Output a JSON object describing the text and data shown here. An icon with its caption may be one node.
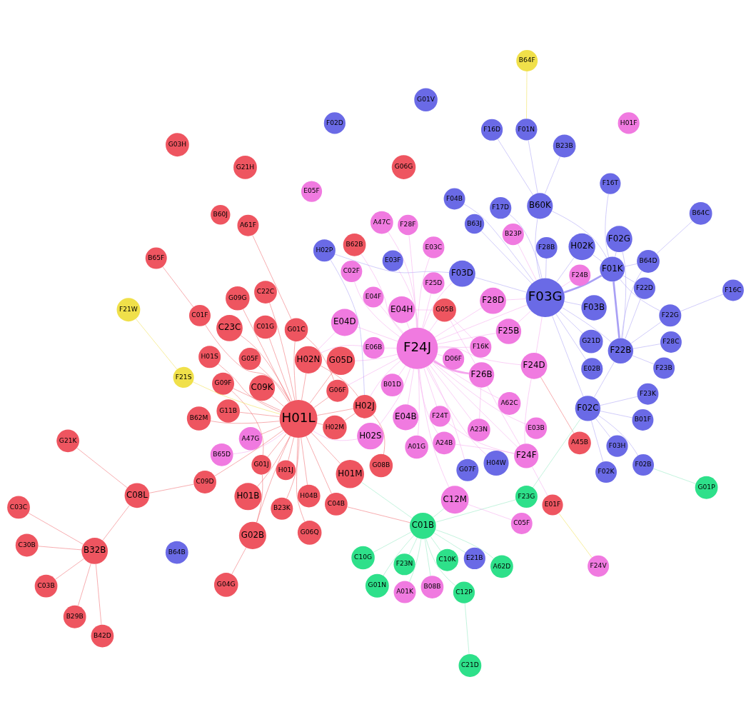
{
  "diagram": {
    "nodes": [
      {
        "text": [
          "A24B"
        ]
      },
      {
        "text": [
          "A62C"
        ]
      },
      {
        "text": [
          "A23N"
        ]
      },
      {
        "text": [
          "E05F"
        ]
      },
      {
        "text": [
          "F26B"
        ]
      },
      {
        "text": [
          "G06G"
        ]
      },
      {
        "text": [
          "G21H"
        ]
      },
      {
        "text": [
          "E06B"
        ]
      },
      {
        "text": [
          "A61F"
        ]
      },
      {
        "text": [
          "G01C"
        ]
      },
      {
        "text": [
          "G05B"
        ]
      },
      {
        "text": [
          "G07F"
        ]
      },
      {
        "text": [
          "G06Q"
        ]
      },
      {
        "text": [
          "H04W"
        ]
      },
      {
        "text": [
          "E04F"
        ]
      },
      {
        "text": [
          "F16K"
        ]
      },
      {
        "text": [
          "A45B"
        ]
      },
      {
        "text": [
          "G09G"
        ]
      },
      {
        "text": [
          "G06F"
        ]
      },
      {
        "text": [
          "H04B"
        ]
      },
      {
        "text": [
          "A47C"
        ]
      },
      {
        "text": [
          "B62B"
        ]
      },
      {
        "text": [
          "E03F"
        ]
      },
      {
        "text": [
          "D06F"
        ]
      },
      {
        "text": [
          "G03H"
        ]
      },
      {
        "text": [
          "E04B"
        ]
      },
      {
        "text": [
          "G05D"
        ]
      },
      {
        "text": [
          "G01J"
        ]
      },
      {
        "text": [
          "G09F"
        ]
      },
      {
        "text": [
          "H02M"
        ]
      },
      {
        "text": [
          "H02P"
        ]
      },
      {
        "text": [
          "F21W"
        ]
      },
      {
        "text": [
          "G08B"
        ]
      },
      {
        "text": [
          "E03B"
        ]
      },
      {
        "text": [
          "G05F"
        ]
      },
      {
        "text": [
          "E04D"
        ]
      },
      {
        "text": [
          "F21S"
        ]
      },
      {
        "text": [
          "E04H"
        ]
      },
      {
        "text": [
          "F25D"
        ]
      },
      {
        "text": [
          "F24F"
        ]
      },
      {
        "text": [
          "A47G"
        ]
      },
      {
        "text": [
          "E03C"
        ]
      },
      {
        "text": [
          "F24T"
        ]
      },
      {
        "text": [
          "H02N"
        ]
      },
      {
        "text": [
          "H02J"
        ]
      },
      {
        "text": [
          "B62M"
        ]
      },
      {
        "text": [
          "H02S"
        ]
      },
      {
        "text": [
          "F24J"
        ]
      },
      {
        "text": [
          "F24D"
        ]
      },
      {
        "text": [
          "G02B"
        ]
      },
      {
        "text": [
          "H01L"
        ]
      },
      {
        "text": [
          "G04G"
        ]
      },
      {
        "text": [
          "F03D"
        ]
      },
      {
        "text": [
          "F24V"
        ]
      },
      {
        "text": [
          "E01F"
        ]
      },
      {
        "text": [
          "F03B"
        ]
      },
      {
        "text": [
          "B23P"
        ]
      },
      {
        "text": [
          "F17D"
        ]
      },
      {
        "text": [
          "B64F"
        ]
      },
      {
        "text": [
          "B23K"
        ]
      },
      {
        "text": [
          "B60J"
        ]
      },
      {
        "text": [
          "H01J"
        ]
      },
      {
        "text": [
          "H01S"
        ]
      },
      {
        "text": [
          "H01M"
        ]
      },
      {
        "text": [
          "F01N"
        ]
      },
      {
        "text": [
          "B64B"
        ]
      },
      {
        "text": [
          "C03C"
        ]
      },
      {
        "text": [
          "C23C"
        ]
      },
      {
        "text": [
          "B01D"
        ]
      },
      {
        "text": [
          "F28B"
        ]
      },
      {
        "text": [
          "F25B"
        ]
      },
      {
        "text": [
          "F16D"
        ]
      },
      {
        "text": [
          "B23B"
        ]
      },
      {
        "text": [
          "B42D"
        ]
      },
      {
        "text": [
          "C03B"
        ]
      },
      {
        "text": [
          "B65D"
        ]
      },
      {
        "text": [
          "E02B"
        ]
      },
      {
        "text": [
          "B60K"
        ]
      },
      {
        "text": [
          "B64D"
        ]
      },
      {
        "text": [
          "B32B"
        ]
      },
      {
        "text": [
          "A01G"
        ]
      },
      {
        "text": [
          "F03G"
        ]
      },
      {
        "text": [
          "B64C"
        ]
      },
      {
        "text": [
          "C30B"
        ]
      },
      {
        "text": [
          "H01B"
        ]
      },
      {
        "text": [
          "C09K"
        ]
      },
      {
        "text": [
          "C02F"
        ]
      },
      {
        "text": [
          "F28D"
        ]
      },
      {
        "text": [
          "F24B"
        ]
      },
      {
        "text": [
          "B08B"
        ]
      },
      {
        "text": [
          "B63J"
        ]
      },
      {
        "text": [
          "F04B"
        ]
      },
      {
        "text": [
          "F16T"
        ]
      },
      {
        "text": [
          "G21K"
        ]
      },
      {
        "text": [
          "C08L"
        ]
      },
      {
        "text": [
          "C09D"
        ]
      },
      {
        "text": [
          "F23N"
        ]
      },
      {
        "text": [
          "H02K"
        ]
      },
      {
        "text": [
          "C01G"
        ]
      },
      {
        "text": [
          "G11B"
        ]
      },
      {
        "text": [
          "G01N"
        ]
      },
      {
        "text": [
          "A01K"
        ]
      },
      {
        "text": [
          "C10K"
        ]
      },
      {
        "text": [
          "G01P"
        ]
      },
      {
        "text": [
          "F02B"
        ]
      },
      {
        "text": [
          "F01K"
        ]
      },
      {
        "text": [
          "F22D"
        ]
      },
      {
        "text": [
          "C22C"
        ]
      },
      {
        "text": [
          "F23K"
        ]
      },
      {
        "text": [
          "F02G"
        ]
      },
      {
        "text": [
          "F02D"
        ]
      },
      {
        "text": [
          "C01B"
        ]
      },
      {
        "text": [
          "A62D"
        ]
      },
      {
        "text": [
          "C12M"
        ]
      },
      {
        "text": [
          "B29B"
        ]
      },
      {
        "text": [
          "C01F"
        ]
      },
      {
        "text": [
          "F28F"
        ]
      },
      {
        "text": [
          "E21B"
        ]
      },
      {
        "text": [
          "F22B"
        ]
      },
      {
        "text": [
          "F23G"
        ]
      },
      {
        "text": [
          "B65F"
        ]
      },
      {
        "text": [
          "C04B"
        ]
      },
      {
        "text": [
          "C10G"
        ]
      },
      {
        "text": [
          "F02C"
        ]
      },
      {
        "text": [
          "F23B"
        ]
      },
      {
        "text": [
          "F28C"
        ]
      },
      {
        "text": [
          "F03H"
        ]
      },
      {
        "text": [
          "F02K"
        ]
      },
      {
        "text": [
          "C05F"
        ]
      },
      {
        "text": [
          "C12P"
        ]
      },
      {
        "text": [
          "F22G"
        ]
      },
      {
        "text": [
          "C21D"
        ]
      },
      {
        "text": [
          "H01F"
        ]
      },
      {
        "text": [
          "F16C"
        ]
      },
      {
        "text": [
          "B01F"
        ]
      },
      {
        "text": [
          "G01V"
        ]
      },
      {
        "text": [
          "G21D"
        ]
      }
    ],
    "edges": [
      {
        "from": 0,
        "to": 39,
        "arrow": "none"
      },
      {
        "from": 0,
        "to": 47,
        "arrow": "none"
      },
      {
        "from": 1,
        "to": 47,
        "arrow": "none"
      },
      {
        "from": 2,
        "to": 4,
        "arrow": "none"
      },
      {
        "from": 2,
        "to": 47,
        "arrow": "none"
      },
      {
        "from": 4,
        "to": 47,
        "arrow": "none",
        "style": "thick"
      },
      {
        "from": 4,
        "to": 10,
        "arrow": "none"
      },
      {
        "from": 4,
        "to": 39,
        "arrow": "none"
      },
      {
        "from": 7,
        "to": 47,
        "arrow": "none"
      },
      {
        "from": 7,
        "to": 43,
        "arrow": "none"
      },
      {
        "from": 8,
        "to": 9,
        "arrow": "none",
        "color": "#f0656a"
      },
      {
        "from": 9,
        "to": 50,
        "arrow": "none",
        "color": "#f0656a"
      },
      {
        "from": 9,
        "to": 18,
        "arrow": "none",
        "color": "#f0656a"
      },
      {
        "from": 17,
        "to": 50,
        "arrow": "none",
        "color": "#f0656a"
      },
      {
        "from": 27,
        "to": 50,
        "arrow": "none",
        "color": "#f0656a"
      },
      {
        "from": 27,
        "to": 28,
        "arrow": "none",
        "color": "#f0656a"
      },
      {
        "from": 27,
        "to": 49,
        "arrow": "none",
        "color": "#f0656a"
      },
      {
        "from": 12,
        "to": 50,
        "arrow": "none",
        "color": "#f0656a"
      },
      {
        "from": 11,
        "to": 47,
        "arrow": "none"
      },
      {
        "from": 13,
        "to": 47,
        "arrow": "none"
      },
      {
        "from": 18,
        "to": 50,
        "arrow": "none",
        "color": "#f0656a"
      },
      {
        "from": 18,
        "to": 47,
        "arrow": "none"
      },
      {
        "from": 10,
        "to": 47,
        "arrow": "none"
      },
      {
        "from": 10,
        "to": 15,
        "arrow": "none"
      },
      {
        "from": 10,
        "to": 37,
        "arrow": "none"
      },
      {
        "from": 15,
        "to": 47,
        "arrow": "none"
      },
      {
        "from": 21,
        "to": 47,
        "arrow": "none"
      },
      {
        "from": 16,
        "to": 48,
        "arrow": "none",
        "color": "#f0656a"
      },
      {
        "from": 23,
        "to": 47,
        "arrow": "none"
      },
      {
        "from": 22,
        "to": 47,
        "arrow": "none"
      },
      {
        "from": 19,
        "to": 50,
        "arrow": "none",
        "color": "#f0656a"
      },
      {
        "from": 20,
        "to": 47,
        "arrow": "none"
      },
      {
        "from": 14,
        "to": 47,
        "arrow": "none"
      },
      {
        "from": 25,
        "to": 47,
        "arrow": "none"
      },
      {
        "from": 26,
        "to": 50,
        "arrow": "none",
        "color": "#f0656a"
      },
      {
        "from": 26,
        "to": 47,
        "arrow": "none"
      },
      {
        "from": 28,
        "to": 50,
        "arrow": "none",
        "color": "#f0656a"
      },
      {
        "from": 29,
        "to": 50,
        "arrow": "none",
        "color": "#f0656a"
      },
      {
        "from": 29,
        "to": 44,
        "arrow": "none",
        "color": "#f0656a"
      },
      {
        "from": 30,
        "to": 52,
        "arrow": "none",
        "color": "#a9a0f5"
      },
      {
        "from": 30,
        "to": 44,
        "arrow": "none",
        "color": "#a9a0f5"
      },
      {
        "from": 31,
        "to": 36,
        "arrow": "none",
        "color": "#f0e04a"
      },
      {
        "from": 32,
        "to": 44,
        "arrow": "none",
        "color": "#f0656a"
      },
      {
        "from": 33,
        "to": 47,
        "arrow": "none"
      },
      {
        "from": 34,
        "to": 50,
        "arrow": "none",
        "color": "#f0656a"
      },
      {
        "from": 35,
        "to": 47,
        "arrow": "none"
      },
      {
        "from": 35,
        "to": 43,
        "arrow": "none"
      },
      {
        "from": 36,
        "to": 50,
        "arrow": "none",
        "color": "#f0e04a"
      },
      {
        "from": 37,
        "to": 47,
        "arrow": "none"
      },
      {
        "from": 38,
        "to": 47,
        "arrow": "none"
      },
      {
        "from": 39,
        "to": 47,
        "arrow": "none"
      },
      {
        "from": 39,
        "to": 48,
        "arrow": "none"
      },
      {
        "from": 39,
        "to": 42,
        "arrow": "none"
      },
      {
        "from": 39,
        "to": 54,
        "arrow": "none"
      },
      {
        "from": 40,
        "to": 50,
        "arrow": "none",
        "color": "#f0656a"
      },
      {
        "from": 41,
        "to": 47,
        "arrow": "none"
      },
      {
        "from": 42,
        "to": 47,
        "arrow": "none"
      },
      {
        "from": 43,
        "to": 50,
        "arrow": "none",
        "color": "#f0656a"
      },
      {
        "from": 43,
        "to": 44,
        "arrow": "none",
        "color": "#f0656a"
      },
      {
        "from": 44,
        "to": 50,
        "arrow": "none",
        "color": "#f0656a"
      },
      {
        "from": 44,
        "to": 47,
        "arrow": "none"
      },
      {
        "from": 45,
        "to": 50,
        "arrow": "none",
        "color": "#f0656a"
      },
      {
        "from": 46,
        "to": 47,
        "arrow": "none"
      },
      {
        "from": 46,
        "to": 50,
        "arrow": "none"
      },
      {
        "from": 47,
        "to": 48,
        "arrow": "none"
      },
      {
        "from": 47,
        "to": 52,
        "arrow": "none"
      },
      {
        "from": 47,
        "to": 81,
        "arrow": "none"
      },
      {
        "from": 47,
        "to": 87,
        "arrow": "none"
      },
      {
        "from": 47,
        "to": 70,
        "arrow": "none"
      },
      {
        "from": 49,
        "to": 50,
        "arrow": "none",
        "color": "#f0656a"
      },
      {
        "from": 51,
        "to": 49,
        "arrow": "none",
        "color": "#f0656a"
      },
      {
        "from": 52,
        "to": 81,
        "arrow": "none",
        "color": "#a9a0f5"
      },
      {
        "from": 48,
        "to": 81,
        "arrow": "none"
      },
      {
        "from": 53,
        "to": 54,
        "arrow": "none",
        "color": "#f0e04a"
      },
      {
        "from": 55,
        "to": 81,
        "arrow": "none",
        "color": "#a9a0f5"
      },
      {
        "from": 56,
        "to": 81,
        "arrow": "none"
      },
      {
        "from": 57,
        "to": 81,
        "arrow": "none",
        "color": "#a9a0f5"
      },
      {
        "from": 58,
        "to": 64,
        "arrow": "none",
        "color": "#f0e04a"
      },
      {
        "from": 59,
        "to": 50,
        "arrow": "none",
        "color": "#f0656a"
      },
      {
        "from": 61,
        "to": 50,
        "arrow": "none",
        "color": "#f0656a"
      },
      {
        "from": 62,
        "to": 50,
        "arrow": "none",
        "color": "#f0656a"
      },
      {
        "from": 63,
        "to": 50,
        "arrow": "none",
        "color": "#f0656a"
      },
      {
        "from": 64,
        "to": 77,
        "arrow": "none",
        "color": "#a9a0f5"
      },
      {
        "from": 66,
        "to": 79,
        "arrow": "none",
        "color": "#f0656a"
      },
      {
        "from": 67,
        "to": 50,
        "arrow": "none",
        "color": "#f0656a"
      },
      {
        "from": 68,
        "to": 47,
        "arrow": "none"
      },
      {
        "from": 69,
        "to": 81,
        "arrow": "none",
        "color": "#a9a0f5"
      },
      {
        "from": 70,
        "to": 81,
        "arrow": "none"
      },
      {
        "from": 71,
        "to": 77,
        "arrow": "none",
        "color": "#a9a0f5"
      },
      {
        "from": 72,
        "to": 77,
        "arrow": "none",
        "color": "#a9a0f5"
      },
      {
        "from": 73,
        "to": 79,
        "arrow": "none",
        "color": "#f0656a"
      },
      {
        "from": 74,
        "to": 79,
        "arrow": "none",
        "color": "#f0656a"
      },
      {
        "from": 75,
        "to": 50,
        "arrow": "none"
      },
      {
        "from": 76,
        "to": 81,
        "arrow": "none",
        "color": "#a9a0f5"
      },
      {
        "from": 77,
        "to": 81,
        "arrow": "none",
        "color": "#a9a0f5"
      },
      {
        "from": 77,
        "to": 105,
        "arrow": "none",
        "color": "#a9a0f5"
      },
      {
        "from": 78,
        "to": 105,
        "arrow": "none",
        "color": "#a9a0f5"
      },
      {
        "from": 78,
        "to": 82,
        "arrow": "none",
        "color": "#a9a0f5"
      },
      {
        "from": 78,
        "to": 118,
        "arrow": "none",
        "color": "#a9a0f5"
      },
      {
        "from": 80,
        "to": 47,
        "arrow": "none"
      },
      {
        "from": 81,
        "to": 105,
        "arrow": "none",
        "color": "#a9a0f5",
        "style": "thick"
      },
      {
        "from": 81,
        "to": 123,
        "arrow": "none",
        "color": "#a9a0f5"
      },
      {
        "from": 81,
        "to": 97,
        "arrow": "none",
        "color": "#a9a0f5"
      },
      {
        "from": 81,
        "to": 118,
        "arrow": "none",
        "color": "#a9a0f5"
      },
      {
        "from": 83,
        "to": 79,
        "arrow": "none",
        "color": "#f0656a"
      },
      {
        "from": 84,
        "to": 50,
        "arrow": "none",
        "color": "#f0656a"
      },
      {
        "from": 85,
        "to": 50,
        "arrow": "none",
        "color": "#f0656a"
      },
      {
        "from": 86,
        "to": 47,
        "arrow": "none"
      },
      {
        "from": 87,
        "to": 81,
        "arrow": "none"
      },
      {
        "from": 88,
        "to": 81,
        "arrow": "none"
      },
      {
        "from": 89,
        "to": 111,
        "arrow": "none",
        "color": "#8ee8c0"
      },
      {
        "from": 90,
        "to": 81,
        "arrow": "none",
        "color": "#a9a0f5"
      },
      {
        "from": 91,
        "to": 81,
        "arrow": "none",
        "color": "#a9a0f5"
      },
      {
        "from": 92,
        "to": 105,
        "arrow": "none",
        "color": "#a9a0f5"
      },
      {
        "from": 93,
        "to": 94,
        "arrow": "none",
        "color": "#f0656a"
      },
      {
        "from": 94,
        "to": 79,
        "arrow": "none",
        "color": "#f0656a"
      },
      {
        "from": 95,
        "to": 94,
        "arrow": "none",
        "color": "#f0656a"
      },
      {
        "from": 95,
        "to": 50,
        "arrow": "none",
        "color": "#f0656a"
      },
      {
        "from": 96,
        "to": 111,
        "arrow": "none",
        "color": "#8ee8c0"
      },
      {
        "from": 97,
        "to": 105,
        "arrow": "none",
        "color": "#a9a0f5"
      },
      {
        "from": 98,
        "to": 50,
        "arrow": "none",
        "color": "#f0656a"
      },
      {
        "from": 99,
        "to": 50,
        "arrow": "none",
        "color": "#f0656a"
      },
      {
        "from": 100,
        "to": 111,
        "arrow": "none",
        "color": "#8ee8c0"
      },
      {
        "from": 101,
        "to": 111,
        "arrow": "none",
        "color": "#8ee8c0"
      },
      {
        "from": 102,
        "to": 111,
        "arrow": "none",
        "color": "#8ee8c0"
      },
      {
        "from": 103,
        "to": 104,
        "arrow": "none",
        "color": "#8ee8c0"
      },
      {
        "from": 104,
        "to": 123,
        "arrow": "none",
        "color": "#a9a0f5"
      },
      {
        "from": 105,
        "to": 118,
        "arrow": "none",
        "color": "#a9a0f5",
        "style": "thick"
      },
      {
        "from": 105,
        "to": 106,
        "arrow": "none",
        "color": "#a9a0f5"
      },
      {
        "from": 105,
        "to": 109,
        "arrow": "none",
        "color": "#a9a0f5"
      },
      {
        "from": 105,
        "to": 130,
        "arrow": "none",
        "color": "#a9a0f5"
      },
      {
        "from": 106,
        "to": 118,
        "arrow": "none",
        "color": "#a9a0f5"
      },
      {
        "from": 108,
        "to": 123,
        "arrow": "none",
        "color": "#a9a0f5"
      },
      {
        "from": 109,
        "to": 118,
        "arrow": "none",
        "color": "#a9a0f5"
      },
      {
        "from": 107,
        "to": 50,
        "arrow": "none",
        "color": "#f0656a"
      },
      {
        "from": 111,
        "to": 112,
        "arrow": "none",
        "color": "#8ee8c0"
      },
      {
        "from": 111,
        "to": 113,
        "arrow": "none",
        "color": "#8ee8c0"
      },
      {
        "from": 111,
        "to": 122,
        "arrow": "none",
        "color": "#8ee8c0"
      },
      {
        "from": 111,
        "to": 129,
        "arrow": "none",
        "color": "#8ee8c0"
      },
      {
        "from": 111,
        "to": 63,
        "arrow": "none",
        "color": "#8ee8c0"
      },
      {
        "from": 113,
        "to": 47,
        "arrow": "none"
      },
      {
        "from": 114,
        "to": 79,
        "arrow": "none",
        "color": "#f0656a"
      },
      {
        "from": 115,
        "to": 50,
        "arrow": "none",
        "color": "#f0656a"
      },
      {
        "from": 116,
        "to": 47,
        "arrow": "none"
      },
      {
        "from": 117,
        "to": 111,
        "arrow": "none",
        "color": "#8ee8c0"
      },
      {
        "from": 118,
        "to": 123,
        "arrow": "none",
        "color": "#a9a0f5"
      },
      {
        "from": 118,
        "to": 124,
        "arrow": "none",
        "color": "#a9a0f5"
      },
      {
        "from": 118,
        "to": 130,
        "arrow": "none",
        "color": "#a9a0f5"
      },
      {
        "from": 119,
        "to": 111,
        "arrow": "none",
        "color": "#8ee8c0"
      },
      {
        "from": 119,
        "to": 123,
        "arrow": "none",
        "color": "#8ee8c0"
      },
      {
        "from": 120,
        "to": 115,
        "arrow": "none",
        "color": "#f0656a"
      },
      {
        "from": 121,
        "to": 50,
        "arrow": "none",
        "color": "#f0656a"
      },
      {
        "from": 121,
        "to": 111,
        "arrow": "none",
        "color": "#f0656a"
      },
      {
        "from": 123,
        "to": 126,
        "arrow": "none",
        "color": "#a9a0f5"
      },
      {
        "from": 123,
        "to": 127,
        "arrow": "none",
        "color": "#a9a0f5"
      },
      {
        "from": 125,
        "to": 118,
        "arrow": "none",
        "color": "#a9a0f5"
      },
      {
        "from": 128,
        "to": 113,
        "arrow": "none"
      },
      {
        "from": 129,
        "to": 131,
        "arrow": "none",
        "color": "#8ee8c0"
      },
      {
        "from": 130,
        "to": 133,
        "arrow": "none",
        "color": "#a9a0f5"
      },
      {
        "from": 134,
        "to": 123,
        "arrow": "none",
        "color": "#a9a0f5"
      },
      {
        "from": 136,
        "to": 81,
        "arrow": "none",
        "color": "#a9a0f5"
      }
    ]
  }
}
